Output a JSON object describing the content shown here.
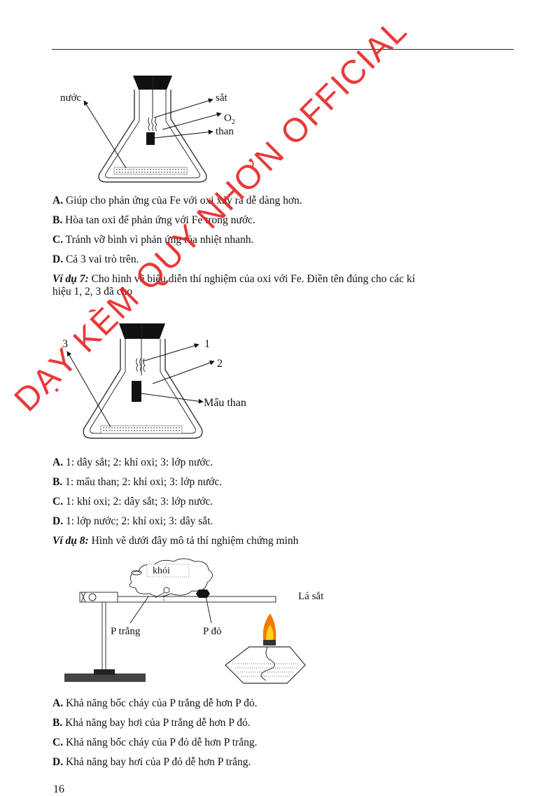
{
  "figure1": {
    "label_water": "nước",
    "label_iron": "sắt",
    "label_o2": "O",
    "label_o2_sub": "2",
    "label_coal": "than"
  },
  "q6_options": [
    {
      "letter": "A.",
      "text": " Giúp cho phản ứng của Fe với oxi xảy ra dễ dàng hơn."
    },
    {
      "letter": "B.",
      "text": " Hòa tan oxi để phản ứng với Fe trong nước."
    },
    {
      "letter": "C.",
      "text": " Tránh vỡ bình vì phản ứng tỏa nhiệt nhanh."
    },
    {
      "letter": "D.",
      "text": " Cả 3 vai trò trên."
    }
  ],
  "example7": {
    "label": "Ví dụ 7:",
    "text": " Cho hình vẽ biểu diễn thí nghiệm của oxi với Fe. Điền tên đúng cho các kí",
    "text_line2": "hiệu 1, 2, 3 đã cho"
  },
  "figure2": {
    "label_1": "1",
    "label_2": "2",
    "label_3": "3",
    "label_coal": "Mẩu than"
  },
  "q7_options": [
    {
      "letter": "A.",
      "text": " 1: dây sắt; 2: khí oxi; 3: lớp nước."
    },
    {
      "letter": "B.",
      "text": " 1: mẩu than; 2: khí oxi; 3: lớp nước."
    },
    {
      "letter": "C.",
      "text": " 1: khí oxi; 2: dây sắt; 3: lớp nước."
    },
    {
      "letter": "D.",
      "text": " 1: lớp nước; 2: khí oxi; 3: dây sắt."
    }
  ],
  "example8": {
    "label": "Ví dụ 8:",
    "text": " Hình vẽ dưới đây mô tả thí nghiệm chứng minh"
  },
  "figure3": {
    "label_smoke": "khói",
    "label_iron_sheet": "Lá sắt",
    "label_white_p": "P trắng",
    "label_red_p": "P đỏ"
  },
  "q8_options": [
    {
      "letter": "A.",
      "text": " Khả năng bốc cháy của P trắng dễ hơn P đỏ."
    },
    {
      "letter": "B.",
      "text": " Khả năng bay hơi của P trắng dễ hơn P đỏ."
    },
    {
      "letter": "C.",
      "text": " Khả năng bốc cháy của P đỏ dễ hơn P trắng."
    },
    {
      "letter": "D.",
      "text": " Khả năng bay hơi của P đỏ dễ hơn P trắng."
    }
  ],
  "watermark": "DẠY KÈM QUY NHƠN OFFICIAL",
  "page_number": "16",
  "colors": {
    "watermark": "#e61e1e",
    "flame_outer": "#f07a00",
    "flame_inner": "#ffd21a"
  }
}
